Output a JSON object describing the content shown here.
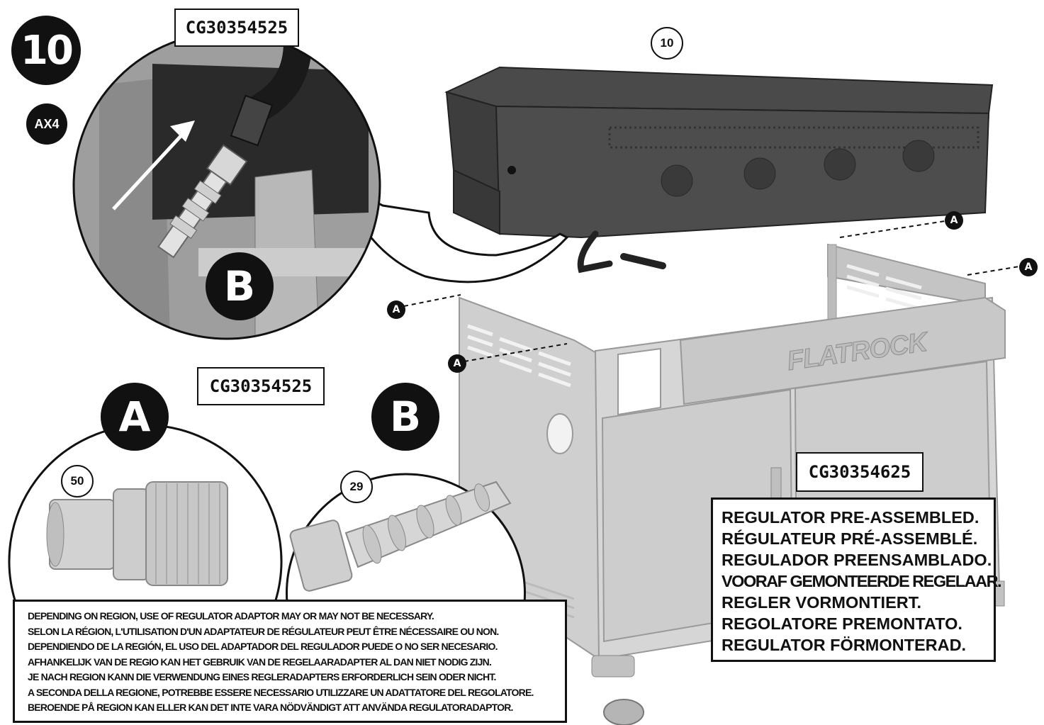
{
  "step": {
    "number": "10",
    "quantity": "AX4"
  },
  "codes": {
    "detail_top": "CG30354525",
    "fittings": "CG30354525",
    "regulator": "CG30354625"
  },
  "parts": {
    "box_number": "10",
    "fitting_a": {
      "letter": "A",
      "number": "50"
    },
    "fitting_b": {
      "letter": "B",
      "number": "29"
    }
  },
  "detail_letter": "B",
  "markers": {
    "a": "A"
  },
  "brand": "FLATROCK",
  "regulator_notes": [
    "REGULATOR PRE-ASSEMBLED.",
    "RÉGULATEUR PRÉ-ASSEMBLÉ.",
    "REGULADOR PREENSAMBLADO.",
    "VOORAF GEMONTEERDE REGELAAR.",
    "REGLER VORMONTIERT.",
    "REGOLATORE PREMONTATO.",
    "REGULATOR FÖRMONTERAD."
  ],
  "adaptor_notes": [
    "DEPENDING ON REGION, USE OF REGULATOR ADAPTOR MAY OR MAY NOT BE NECESSARY.",
    "SELON LA RÉGION, L'UTILISATION D'UN ADAPTATEUR DE RÉGULATEUR PEUT ÊTRE NÉCESSAIRE OU NON.",
    "DEPENDIENDO DE LA REGIÓN, EL USO DEL ADAPTADOR DEL REGULADOR PUEDE O NO SER NECESARIO.",
    "AFHANKELIJK VAN DE REGIO KAN HET GEBRUIK VAN DE REGELAARADAPTER AL DAN NIET NODIG ZIJN.",
    "JE NACH REGION KANN DIE VERWENDUNG EINES REGLERADAPTERS ERFORDERLICH SEIN ODER NICHT.",
    "A SECONDA DELLA REGIONE, POTREBBE ESSERE NECESSARIO UTILIZZARE UN ADATTATORE DEL REGOLATORE.",
    "BEROENDE PÅ REGION KAN ELLER KAN DET INTE VARA NÖDVÄNDIGT ATT ANVÄNDA REGULATORADAPTOR."
  ]
}
